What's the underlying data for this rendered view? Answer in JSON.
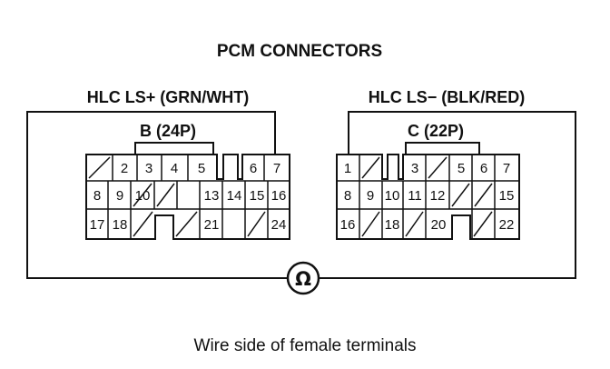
{
  "title": "PCM CONNECTORS",
  "left_probe_label": "HLC LS+ (GRN/WHT)",
  "right_probe_label": "HLC LS− (BLK/RED)",
  "connector_b": {
    "label": "B (24P)",
    "rows": [
      [
        "",
        "2",
        "3",
        "4",
        "5",
        "",
        "6",
        "7"
      ],
      [
        "8",
        "9",
        "10",
        "",
        "",
        "13",
        "14",
        "15",
        "16"
      ],
      [
        "17",
        "18",
        "",
        "",
        "",
        "21",
        "",
        "24"
      ]
    ]
  },
  "connector_c": {
    "label": "C (22P)",
    "rows": [
      [
        "1",
        "",
        "",
        "3",
        "",
        "5",
        "6",
        "7"
      ],
      [
        "8",
        "9",
        "10",
        "11",
        "12",
        "",
        "",
        "15"
      ],
      [
        "16",
        "",
        "18",
        "",
        "20",
        "",
        "",
        "22"
      ]
    ]
  },
  "meter_symbol": "Ω",
  "caption": "Wire side of female terminals"
}
